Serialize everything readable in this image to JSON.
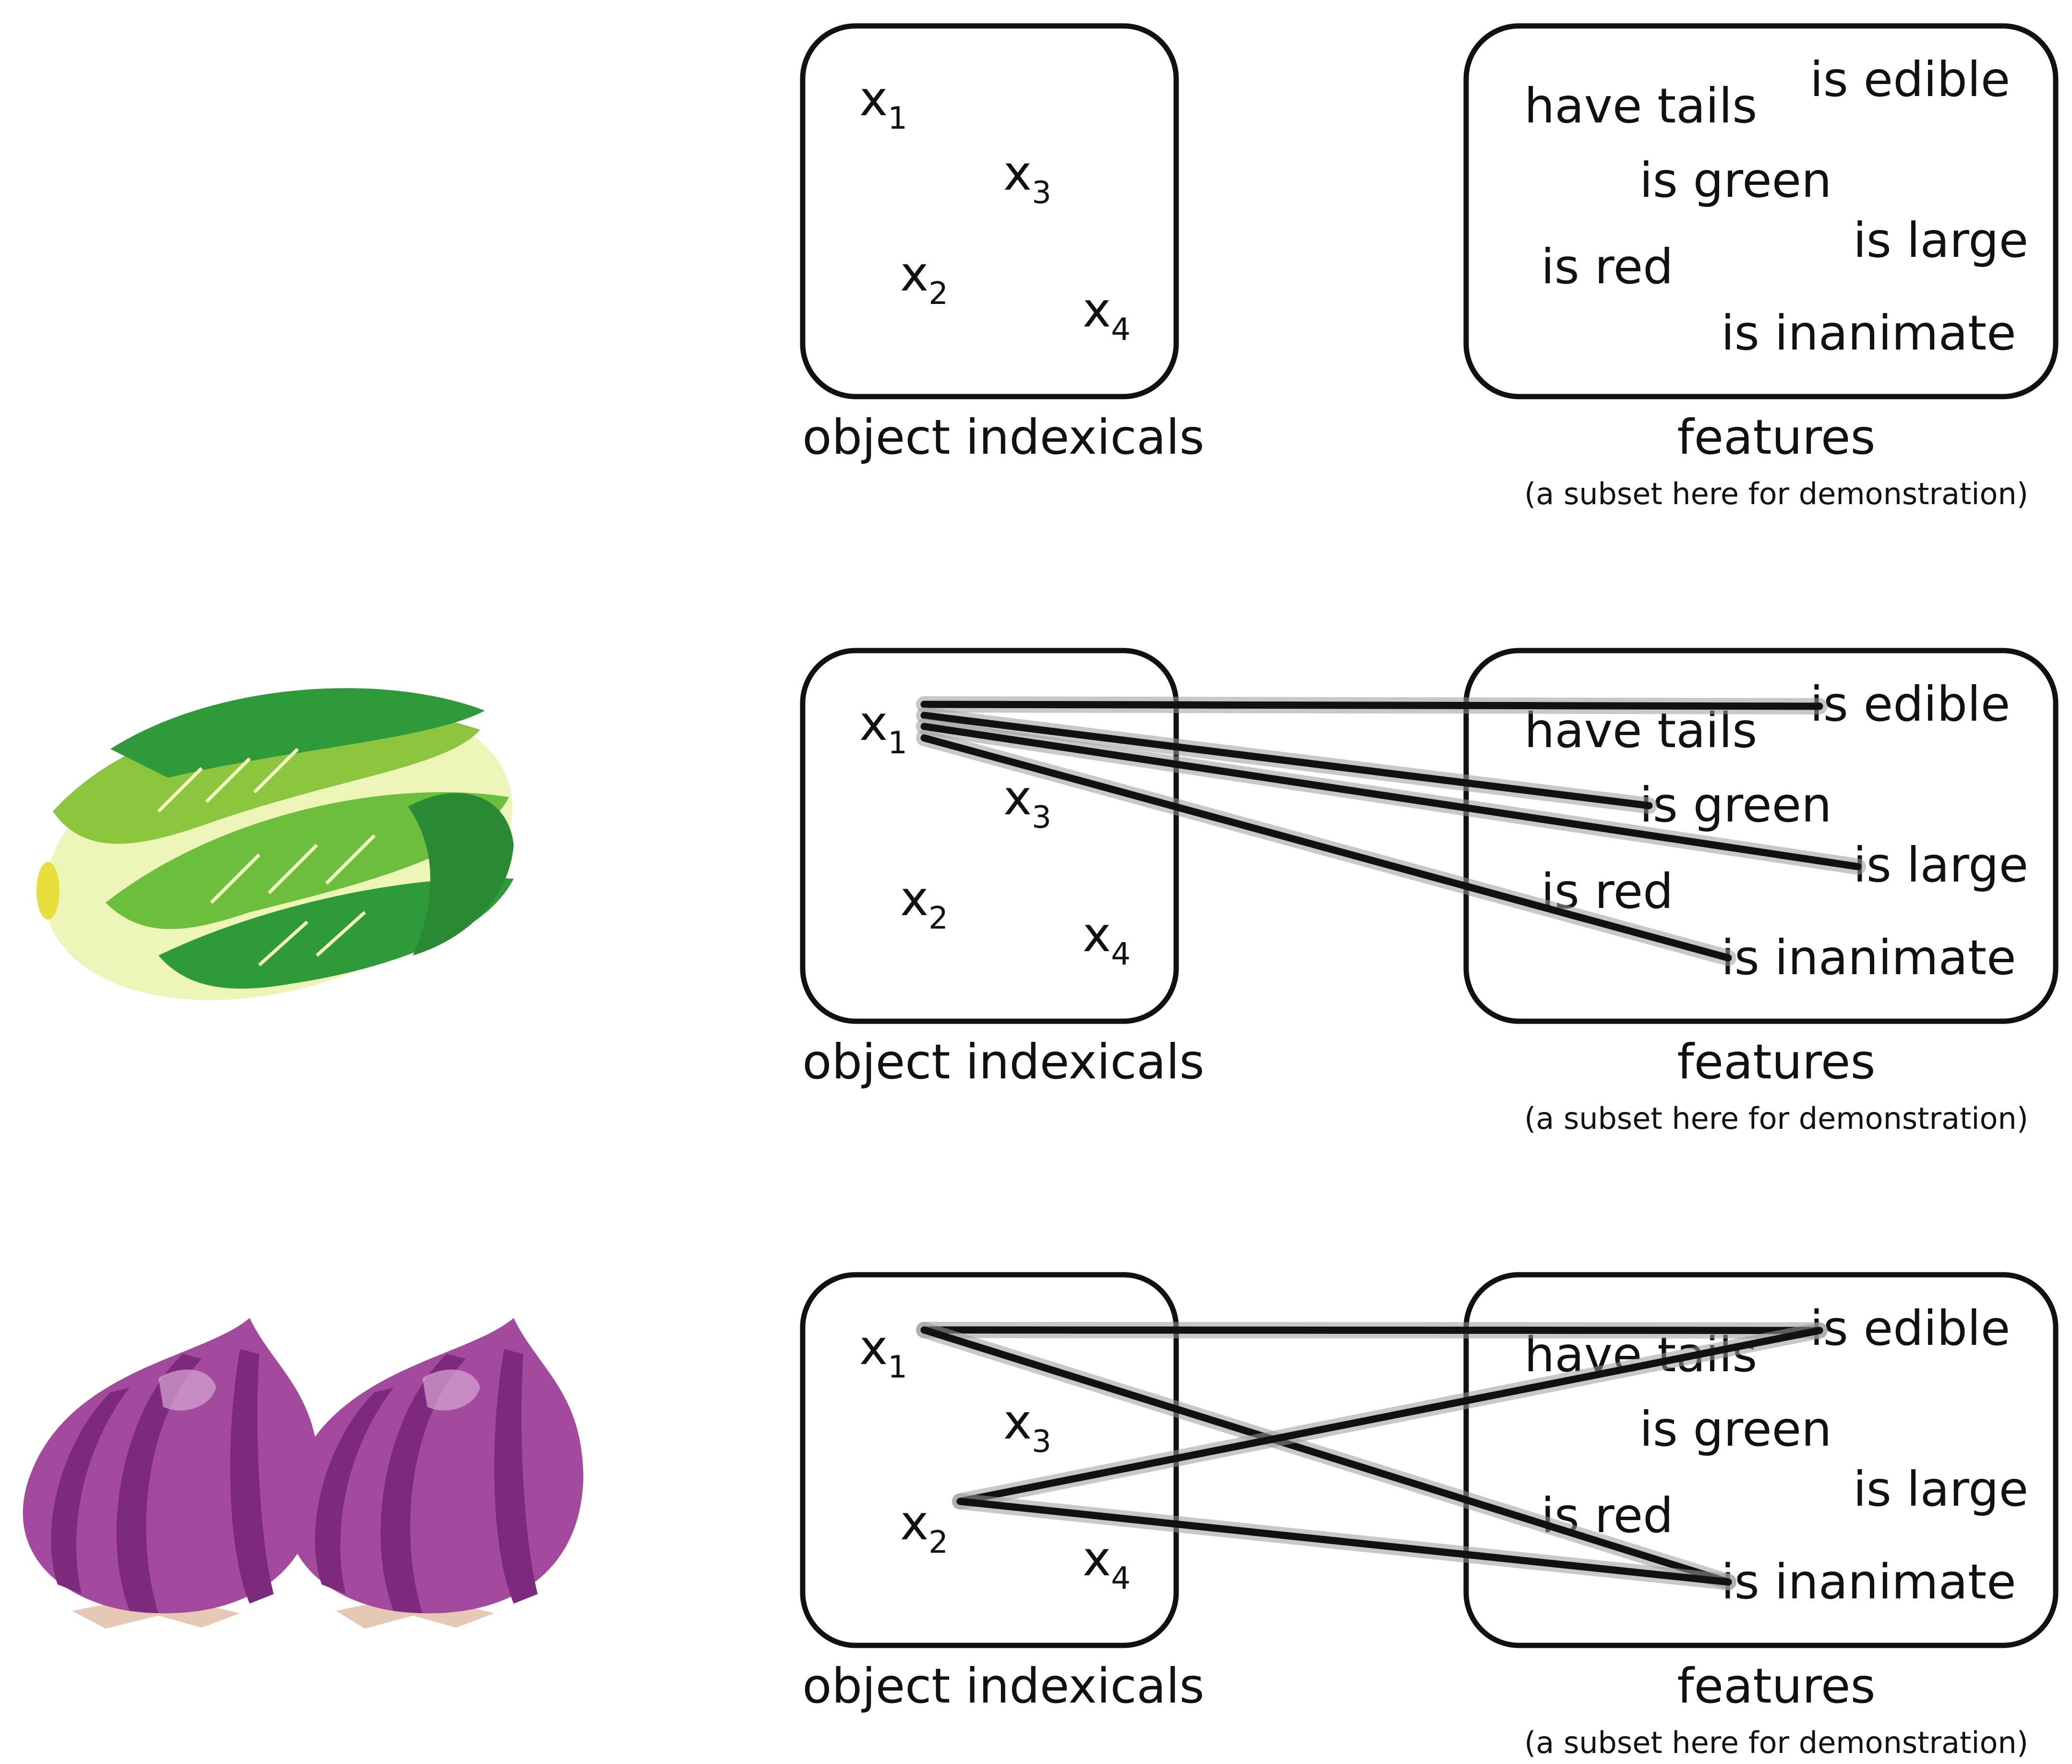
{
  "labels": {
    "objects": "object indexicals",
    "features": "features",
    "features_note": "(a subset here for demonstration)"
  },
  "indexicals": [
    {
      "id": "x1",
      "letter": "x",
      "index": "1"
    },
    {
      "id": "x2",
      "letter": "x",
      "index": "2"
    },
    {
      "id": "x3",
      "letter": "x",
      "index": "3"
    },
    {
      "id": "x4",
      "letter": "x",
      "index": "4"
    }
  ],
  "features": [
    {
      "id": "edible",
      "text": "is edible"
    },
    {
      "id": "tails",
      "text": "have tails"
    },
    {
      "id": "green",
      "text": "is green"
    },
    {
      "id": "large",
      "text": "is large"
    },
    {
      "id": "red",
      "text": "is red"
    },
    {
      "id": "inanimate",
      "text": "is inanimate"
    }
  ],
  "panels": [
    {
      "id": "empty",
      "picture": "",
      "links": []
    },
    {
      "id": "cabbage",
      "picture": "cabbage-illustration",
      "links": [
        [
          "x1",
          "edible"
        ],
        [
          "x1",
          "green"
        ],
        [
          "x1",
          "large"
        ],
        [
          "x1",
          "inanimate"
        ]
      ]
    },
    {
      "id": "onion",
      "picture": "red-onions-illustration",
      "links": [
        [
          "x1",
          "edible"
        ],
        [
          "x1",
          "inanimate"
        ],
        [
          "x2",
          "edible"
        ],
        [
          "x2",
          "inanimate"
        ]
      ]
    }
  ],
  "colors": {
    "cabbage_dark": "#2e9a3a",
    "cabbage_light": "#8cc63f",
    "cabbage_pale": "#eef5b8",
    "onion_dark": "#7e2a7c",
    "onion_light": "#a34a9f",
    "onion_root": "#e6c9b5"
  }
}
